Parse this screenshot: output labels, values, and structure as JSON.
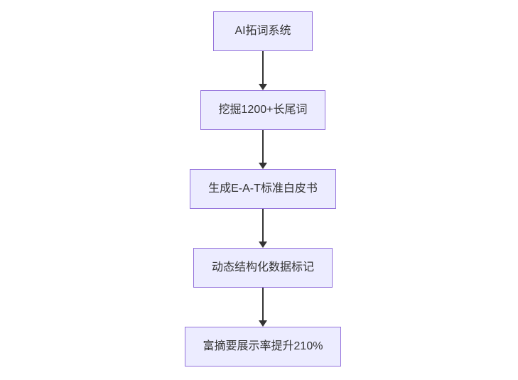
{
  "diagram": {
    "type": "flowchart",
    "direction": "top-down",
    "nodes": [
      {
        "id": "step-1",
        "label": "AI拓词系统"
      },
      {
        "id": "step-2",
        "label": "挖掘1200+长尾词"
      },
      {
        "id": "step-3",
        "label": "生成E-A-T标准白皮书"
      },
      {
        "id": "step-4",
        "label": "动态结构化数据标记"
      },
      {
        "id": "step-5",
        "label": "富摘要展示率提升210%"
      }
    ],
    "edges": [
      {
        "from": "step-1",
        "to": "step-2"
      },
      {
        "from": "step-2",
        "to": "step-3"
      },
      {
        "from": "step-3",
        "to": "step-4"
      },
      {
        "from": "step-4",
        "to": "step-5"
      }
    ],
    "colors": {
      "node_fill": "#ECECFF",
      "node_border": "#9370DB",
      "text": "#333333",
      "arrow": "#333333",
      "background": "#FFFFFF"
    }
  }
}
